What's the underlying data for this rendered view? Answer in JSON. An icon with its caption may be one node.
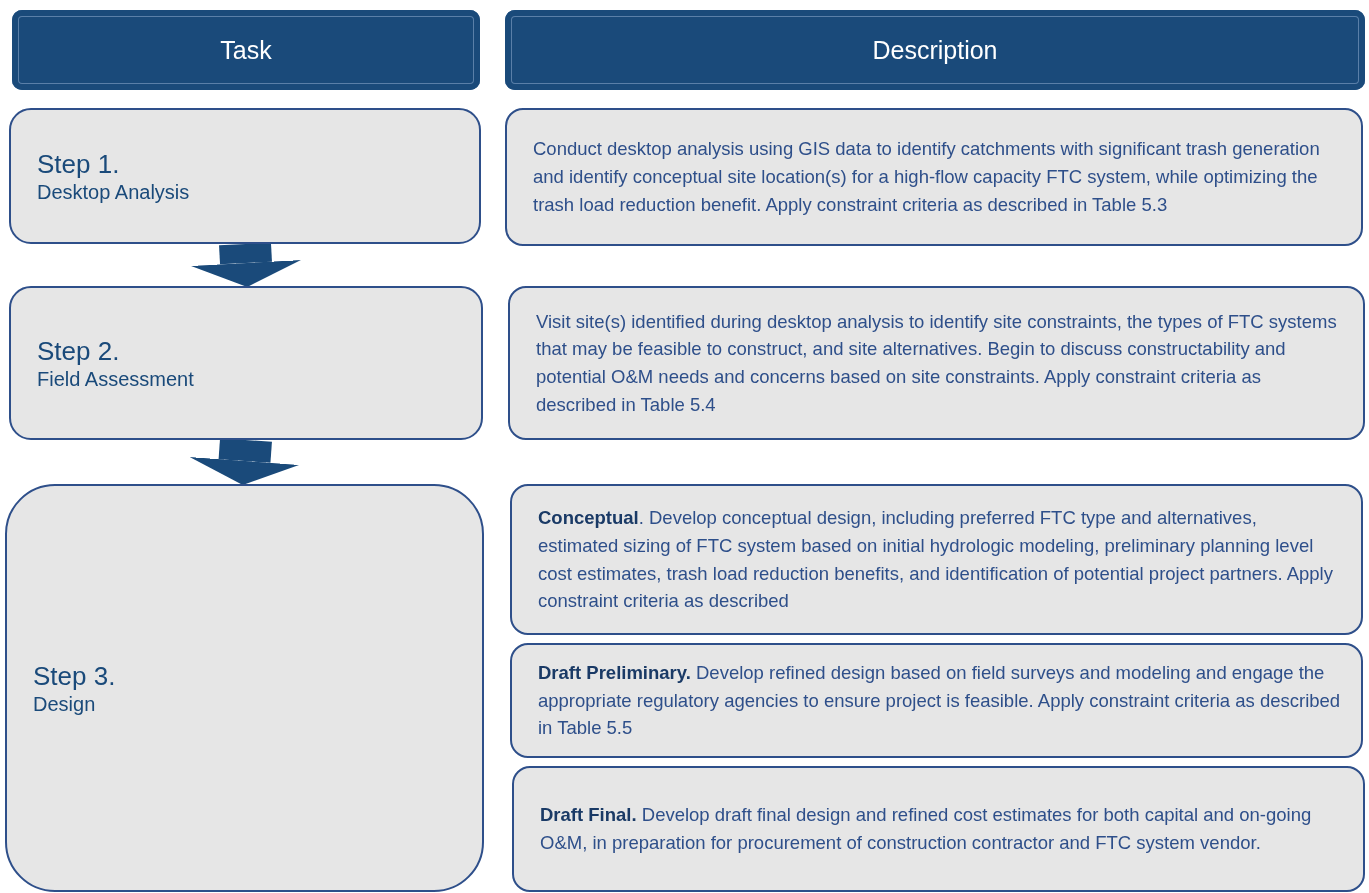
{
  "diagram": {
    "nodes": [
      {
        "text": [
          "Task"
        ]
      },
      {
        "text": [
          "Description"
        ]
      },
      {
        "text": [
          "Step 1.",
          "Desktop Analysis"
        ]
      },
      {
        "text": [
          "Conduct desktop analysis using GIS data to identify catchments with significant trash generation and identify conceptual site location(s) for a high-flow capacity FTC system, while optimizing the trash load reduction benefit. Apply constraint criteria as described in Table 5.3"
        ]
      },
      {
        "text": [
          "Step 2.",
          "Field Assessment"
        ]
      },
      {
        "text": [
          "Visit site(s) identified during desktop analysis to identify site constraints, the types of FTC systems that may be feasible to construct, and site alternatives. Begin to discuss constructability and potential O&M needs and concerns based on site constraints. Apply constraint criteria as described in Table 5.4"
        ]
      },
      {
        "text": [
          "Step 3.",
          "Design"
        ]
      },
      {
        "text": [
          "**Conceptual**. Develop conceptual design, including preferred FTC type and alternatives, estimated sizing of FTC system based on initial hydrologic modeling, preliminary planning level cost estimates, trash load reduction benefits, and identification of potential project partners. Apply constraint criteria as described"
        ]
      },
      {
        "text": [
          "**Draft Preliminary.** Develop refined design based on field surveys and modeling and engage the appropriate regulatory agencies to ensure project is feasible. Apply constraint criteria as described in Table 5.5"
        ]
      },
      {
        "text": [
          "**Draft Final.** Develop draft final design and refined cost estimates for both capital and on-going O&M, in preparation for procurement of construction contractor and FTC system vendor."
        ]
      }
    ],
    "edges": [
      {
        "from": 2,
        "to": 4,
        "arrow": "to"
      },
      {
        "from": 4,
        "to": 6,
        "arrow": "to"
      }
    ]
  }
}
